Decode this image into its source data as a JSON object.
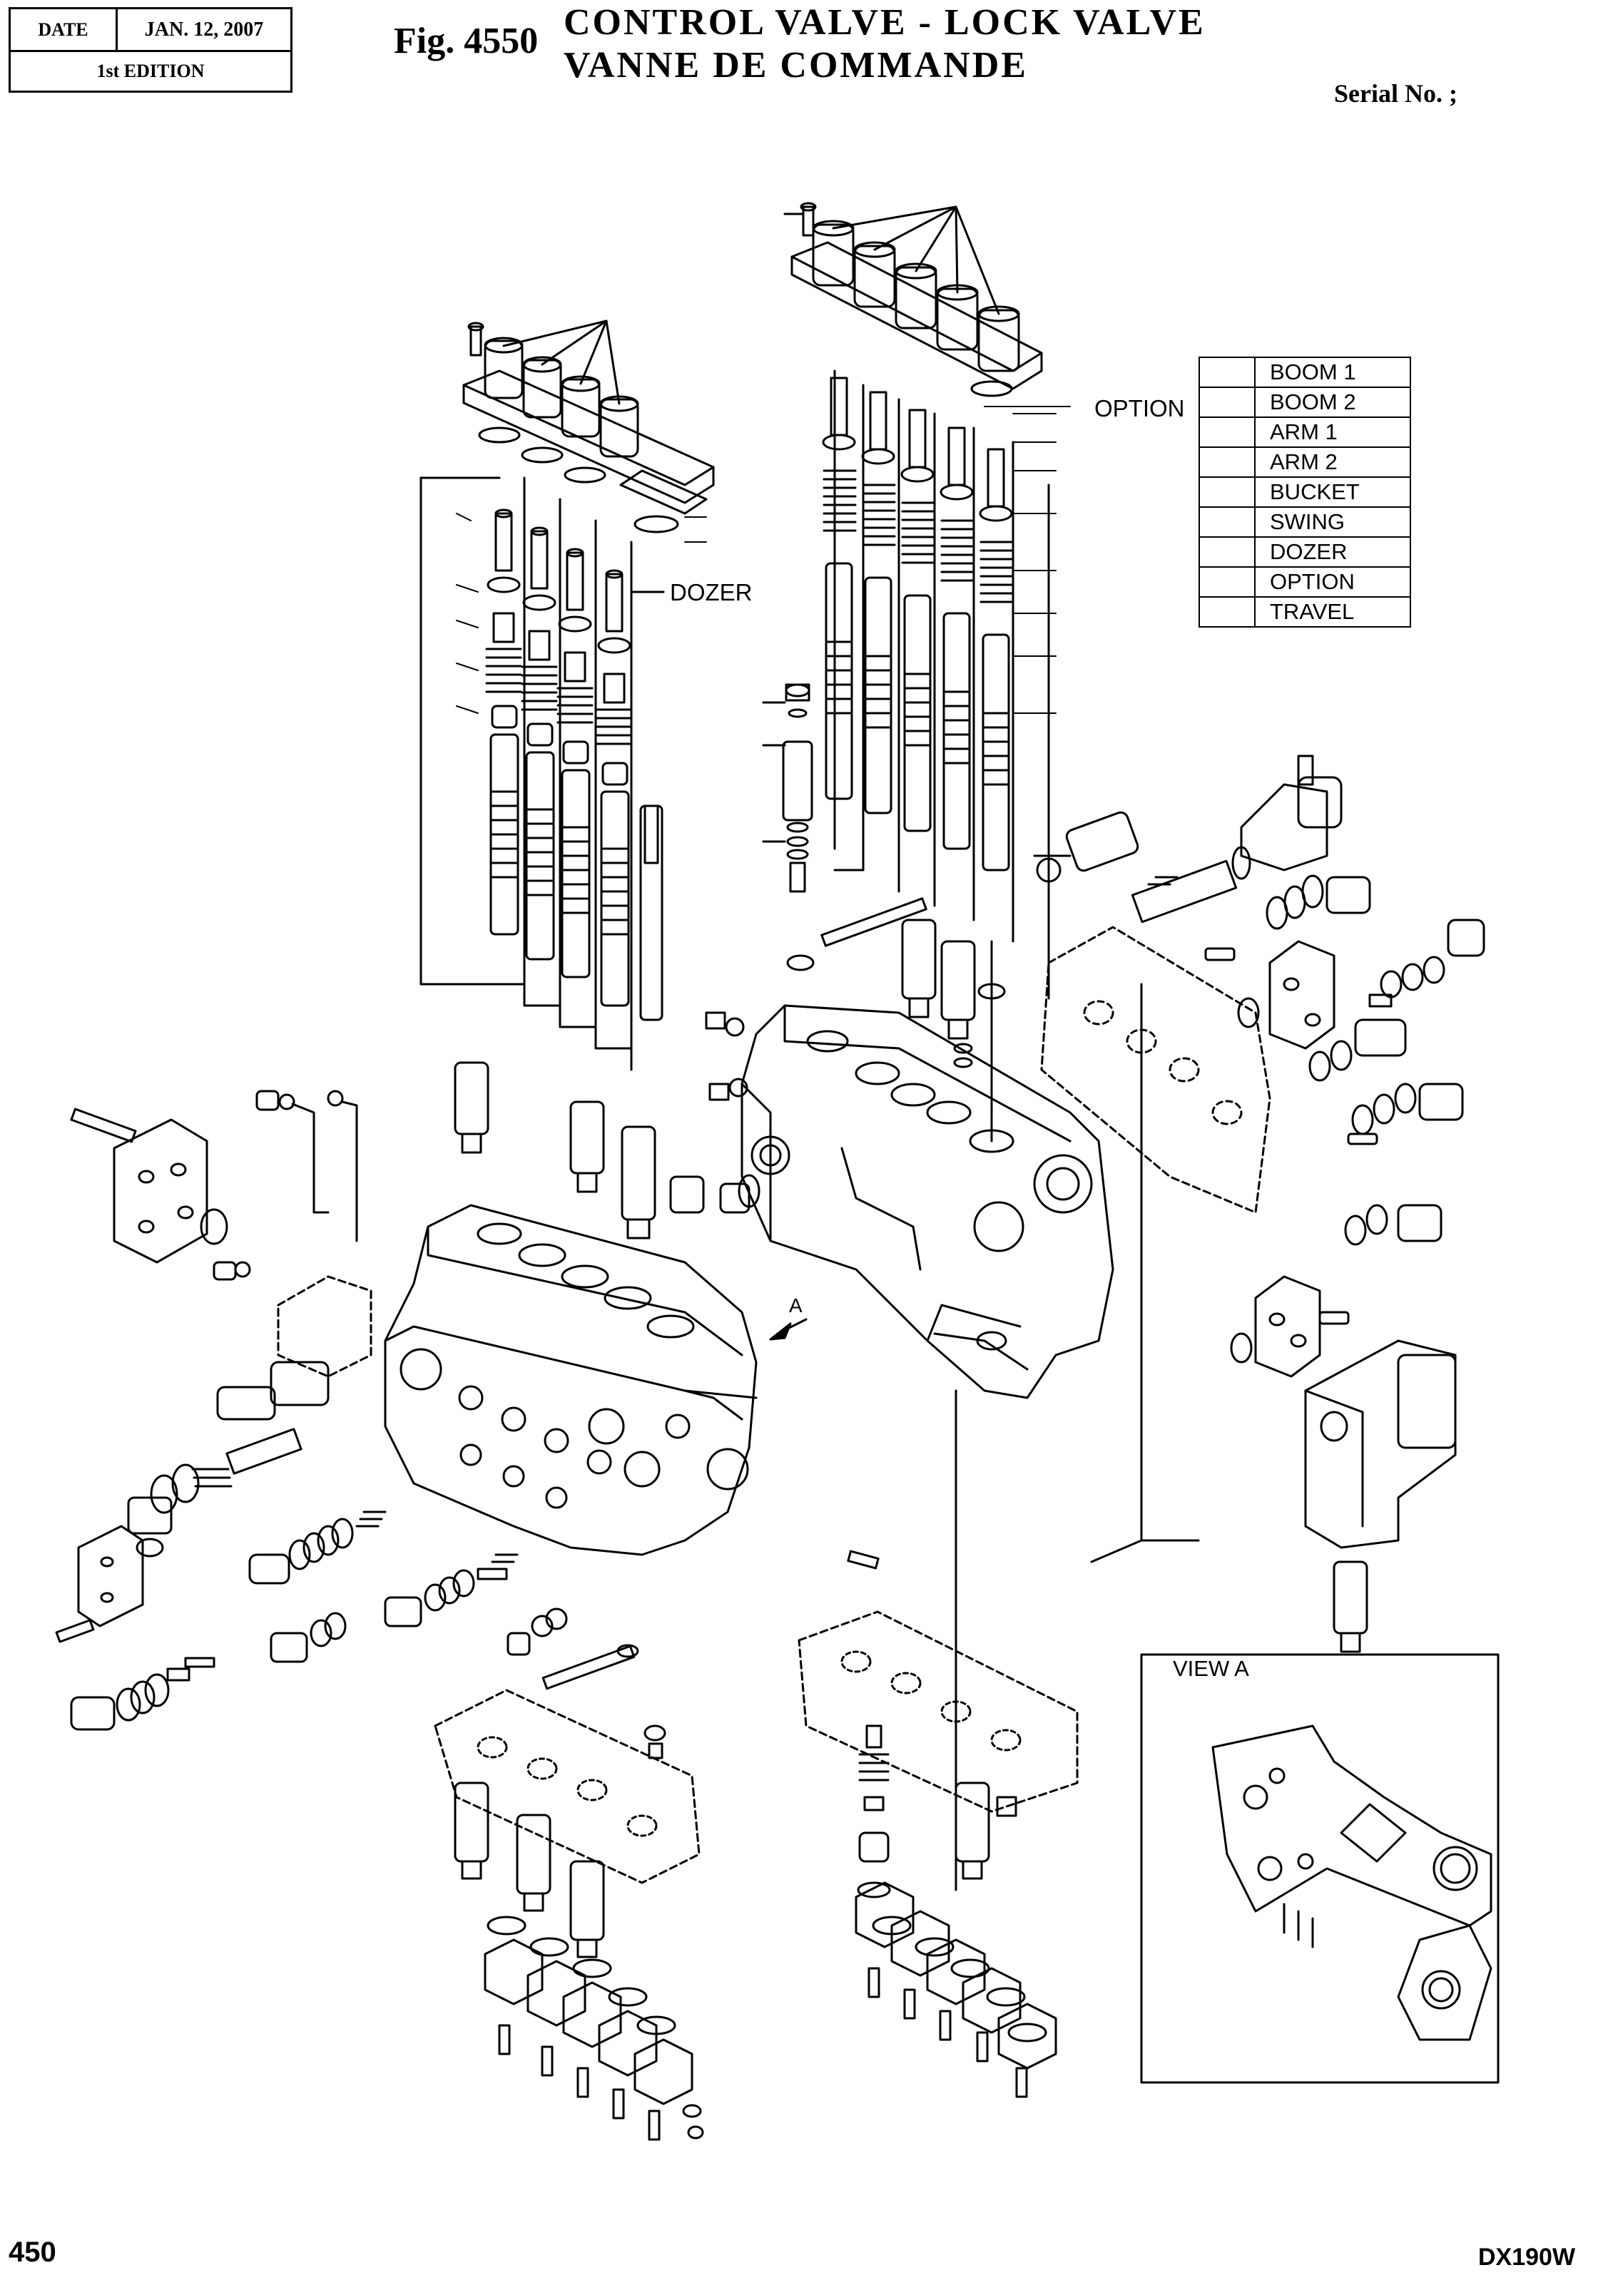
{
  "header": {
    "date_label": "DATE",
    "date_value": "JAN. 12, 2007",
    "edition": "1st EDITION"
  },
  "figure": {
    "number": "Fig. 4550",
    "title_en": "CONTROL  VALVE - LOCK  VALVE",
    "title_fr": "VANNE  DE  COMMANDE",
    "serial": "Serial No. ;"
  },
  "legend": {
    "items": [
      "BOOM 1",
      "BOOM 2",
      "ARM 1",
      "ARM 2",
      "BUCKET",
      "SWING",
      "DOZER",
      "OPTION",
      "TRAVEL"
    ]
  },
  "callouts": {
    "option": "OPTION",
    "dozer": "DOZER",
    "view_a_title": "VIEW A",
    "arrow_a": "A"
  },
  "footer": {
    "page_number": "450",
    "model": "DX190W"
  }
}
